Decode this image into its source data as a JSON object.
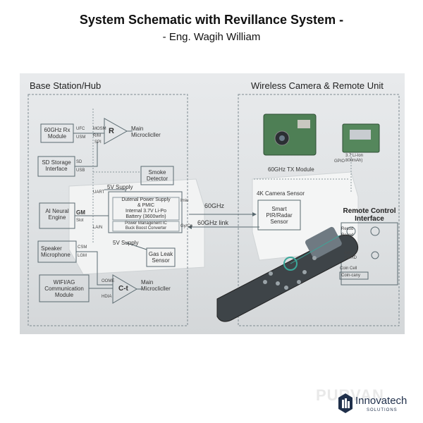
{
  "header": {
    "title": "System Schematic with Revillance System -",
    "author": "- Eng. Wagih William"
  },
  "base_station": {
    "title": "Base Station/Hub",
    "rx_module": "60GHz Rx\nModule",
    "rx_pins": [
      "UFC",
      "USM"
    ],
    "amp_pins": [
      "MOSM",
      "R/M",
      "SPI"
    ],
    "amp_letter": "R",
    "main_mcu_top": "Main\nMicroclicller",
    "sd_storage": "SD Storage\nInterface",
    "sd_pins": [
      "SD",
      "USB"
    ],
    "smoke": "Smoke\nDetector",
    "supply_top": "5V Supply",
    "ai_engine": "AI Neural\nEngine",
    "ai_pins": [
      "GM",
      "Slot"
    ],
    "slot_labels": [
      "UART",
      "LA/N"
    ],
    "power_block": "Dutenal Power Supply\n& PMIC\nInternal 3.7V Li-Po\nBattery (3600wrln)",
    "buck_block": "Power Managenent IC\nBuck Boost Converter",
    "supply_bottom": "5V Supply",
    "speaker": "Speaker\nMicrophone",
    "speaker_pins": [
      "CSM",
      "LGM"
    ],
    "gas": "Gas Leak\nSensor",
    "wifi_module": "WIFI/AG\nCommunication\nModule",
    "wifi_pins": [
      "OOME",
      "HDIA"
    ],
    "amp2_letter": "C-t",
    "main_mcu_bottom": "Main\nMicroclicller",
    "side_pins": [
      "Imiu",
      "Gy/Cp"
    ]
  },
  "link": {
    "top": "60GHz",
    "bottom": "60GHz link"
  },
  "remote_unit": {
    "title": "Wireless Camera & Remote Unit",
    "tx_module": "60GHz TX Module",
    "battery": "3.7 Li-Ion\n800mAh)",
    "gpio": "GPIO",
    "camera_sensor": "4K Camera Sensor",
    "pir": "Smart\nPIR/Radar\nSensor",
    "remote_control": "Remote Control\nInterface",
    "record1": "Recod",
    "record2": "Recod",
    "aor": "Aor\nCMRD",
    "coin": "Coin Cell",
    "coin2": "Coin-cany"
  },
  "brand": {
    "watermark": "PURVAN",
    "name": "Innovatech",
    "sub": "SOLUTIONS"
  },
  "colors": {
    "line": "#5a6a70",
    "teal": "#3aa89a",
    "device": "#f3f4f4",
    "remote": "#3e4448"
  }
}
